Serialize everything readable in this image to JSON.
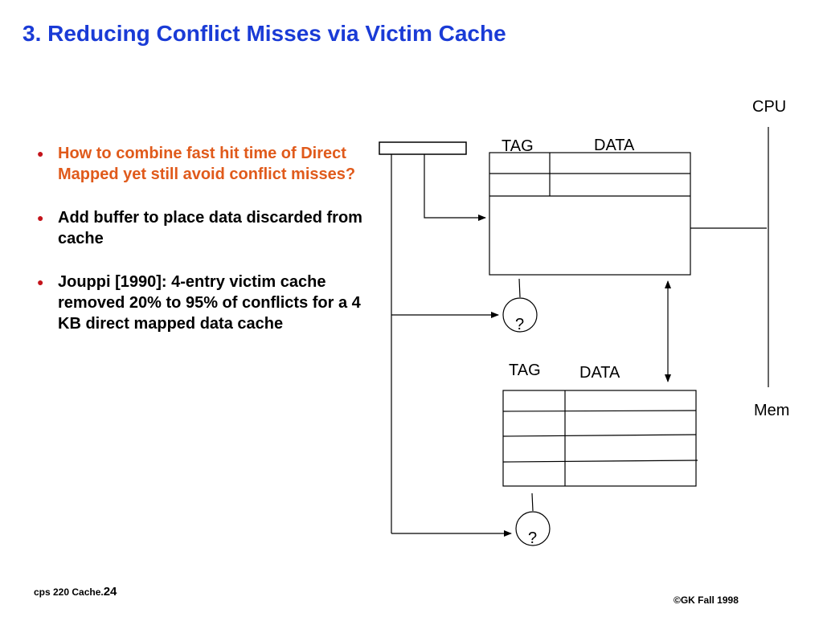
{
  "slide": {
    "title": "3. Reducing Conflict Misses via Victim Cache",
    "bullets": [
      "How to combine fast hit time of Direct Mapped yet still avoid conflict misses?",
      "Add buffer to place data discarded from cache",
      "Jouppi [1990]: 4-entry victim cache removed 20% to 95% of conflicts for a 4 KB direct mapped data cache"
    ],
    "bullet_symbol": "●"
  },
  "diagram": {
    "cpu_label": "CPU",
    "mem_label": "Mem",
    "cache_tag_label": "TAG",
    "cache_data_label": "DATA",
    "victim_tag_label": "TAG",
    "victim_data_label": "DATA",
    "compare1_label": "?",
    "compare2_label": "?"
  },
  "footer": {
    "course": "cps 220 Cache.",
    "page": "24",
    "copyright": "©GK Fall 1998"
  },
  "colors": {
    "title": "#1a3bd6",
    "highlight_bullet": "#e05a1b",
    "bullet_dot": "#c4141b"
  }
}
